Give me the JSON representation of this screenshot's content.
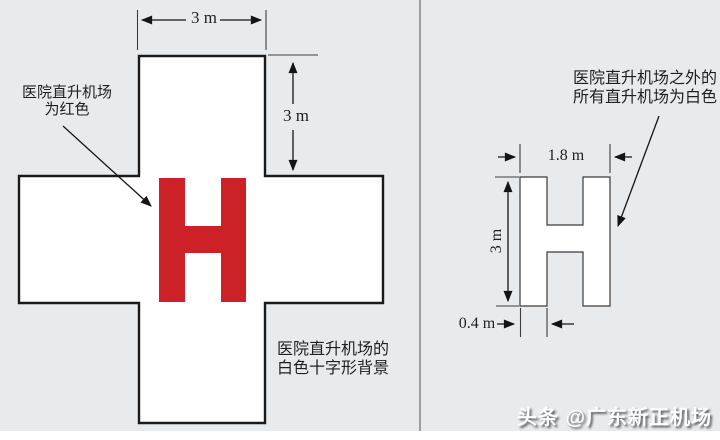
{
  "colors": {
    "background": "#e8ebee",
    "panel_divider": "#6b6b6b",
    "shape_fill": "#ffffff",
    "shape_outline": "#1a1a1a",
    "hospital_red": "#cc2127",
    "annotation_text": "#1f1f1f",
    "watermark_text": "#ffffff"
  },
  "left_panel": {
    "letter_mark": "H",
    "dim_arm_width": "3 m",
    "dim_arm_height": "3 m",
    "annotation_red_line1": "医院直升机场",
    "annotation_red_line2": "为红色",
    "annotation_bg_line1": "医院直升机场的",
    "annotation_bg_line2": "白色十字形背景"
  },
  "right_panel": {
    "letter_mark": "H",
    "dim_width": "1.8 m",
    "dim_height": "3 m",
    "dim_stroke": "0.4 m",
    "annotation_line1": "医院直升机场之外的",
    "annotation_line2": "所有直升机场为白色"
  },
  "watermark": {
    "label": "头条 @广东新正机场"
  }
}
